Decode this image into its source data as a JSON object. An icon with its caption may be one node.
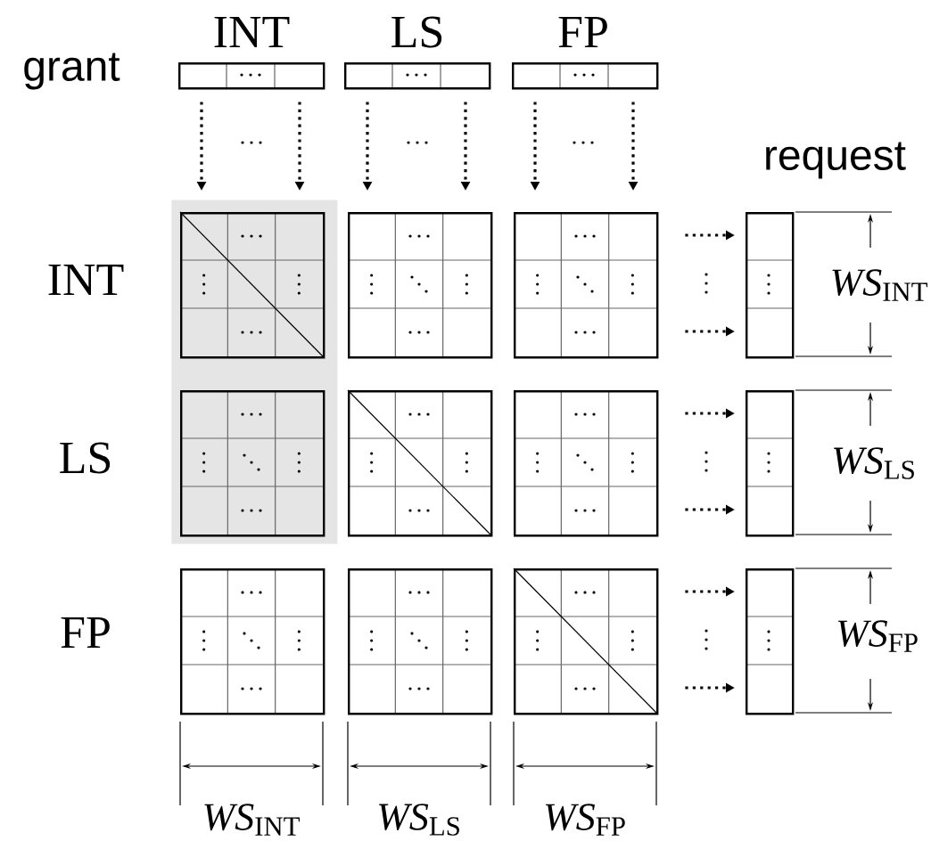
{
  "diagram": {
    "nodes": [
      {
        "text": [],
        "shape": "bar"
      },
      {
        "text": [],
        "shape": "bar"
      },
      {
        "text": [],
        "shape": "bar"
      },
      {
        "text": [],
        "shape": "box"
      },
      {
        "text": [],
        "shape": "grid",
        "in": 3
      },
      {
        "text": [],
        "shape": "grid"
      },
      {
        "text": [],
        "shape": "grid"
      },
      {
        "text": [],
        "shape": "bar"
      },
      {
        "text": [],
        "shape": "grid",
        "in": 3
      },
      {
        "text": [],
        "shape": "grid"
      },
      {
        "text": [],
        "shape": "grid"
      },
      {
        "text": [],
        "shape": "bar"
      },
      {
        "text": [],
        "shape": "grid"
      },
      {
        "text": [],
        "shape": "grid"
      },
      {
        "text": [],
        "shape": "grid"
      },
      {
        "text": [],
        "shape": "bar"
      }
    ],
    "edges": [
      {
        "from": 0,
        "to": 4,
        "arrow": "to"
      },
      {
        "from": 0,
        "to": 4,
        "arrow": "to"
      },
      {
        "from": 1,
        "to": 5,
        "arrow": "to"
      },
      {
        "from": 1,
        "to": 5,
        "arrow": "to"
      },
      {
        "from": 2,
        "to": 6,
        "arrow": "to"
      },
      {
        "from": 2,
        "to": 6,
        "arrow": "to"
      },
      {
        "from": 6,
        "to": 7,
        "arrow": "to"
      },
      {
        "from": 6,
        "to": 7,
        "arrow": "to"
      },
      {
        "from": 10,
        "to": 11,
        "arrow": "to"
      },
      {
        "from": 10,
        "to": 11,
        "arrow": "to"
      },
      {
        "from": 14,
        "to": 15,
        "arrow": "to"
      },
      {
        "from": 14,
        "to": 15,
        "arrow": "to"
      }
    ],
    "labels": [
      "INT",
      "LS",
      "FP",
      "grant",
      "request",
      "INT",
      "*WS*$_{INT}$",
      "LS",
      "*WS*$_{LS}$",
      "FP",
      "*WS*$_{FP}$",
      "*WS*$_{INT}$",
      "*WS*$_{LS}$",
      "*WS*$_{FP}$"
    ]
  }
}
